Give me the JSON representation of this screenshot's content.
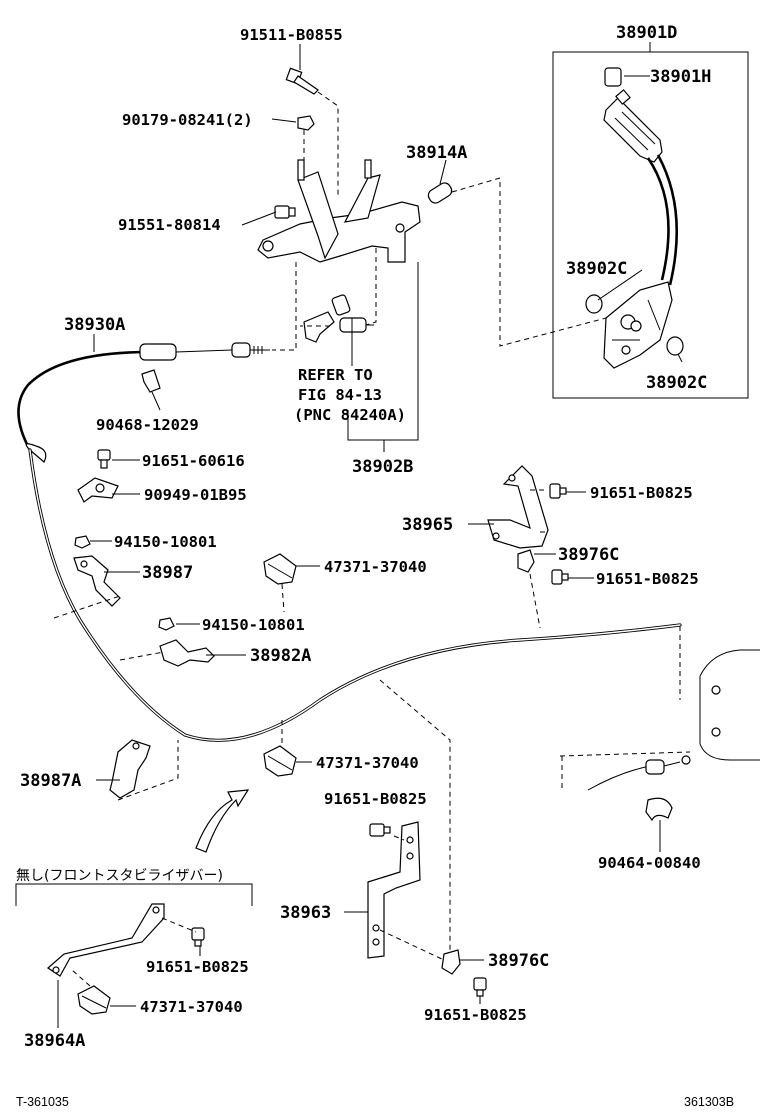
{
  "labels": {
    "p91511_B0855": "91511-B0855",
    "p90179_08241": "90179-08241(2)",
    "p38914A": "38914A",
    "p91551_80814": "91551-80814",
    "p38901D": "38901D",
    "p38901H": "38901H",
    "p38902C_top": "38902C",
    "p38902C_bottom": "38902C",
    "p38930A": "38930A",
    "p90468_12029": "90468-12029",
    "p38902B": "38902B",
    "p91651_60616": "91651-60616",
    "p90949_01B95": "90949-01B95",
    "p94150_10801_a": "94150-10801",
    "p38987": "38987",
    "p47371_37040_a": "47371-37040",
    "p94150_10801_b": "94150-10801",
    "p38982A": "38982A",
    "p91651_B0825_a": "91651-B0825",
    "p38965": "38965",
    "p38976C_a": "38976C",
    "p91651_B0825_b": "91651-B0825",
    "p38987A": "38987A",
    "p47371_37040_b": "47371-37040",
    "p91651_B0825_c": "91651-B0825",
    "p90464_00840": "90464-00840",
    "p38963": "38963",
    "p38976C_b": "38976C",
    "p91651_B0825_d": "91651-B0825",
    "p91651_B0825_e": "91651-B0825",
    "p47371_37040_c": "47371-37040",
    "p38964A": "38964A"
  },
  "refer": {
    "line1": "REFER TO",
    "line2": "FIG 84-13",
    "line3": "(PNC 84240A)"
  },
  "note_without_stabilizer": "無し(フロントスタビライザバー)",
  "footer": {
    "left": "T-361035",
    "right": "361303B"
  }
}
